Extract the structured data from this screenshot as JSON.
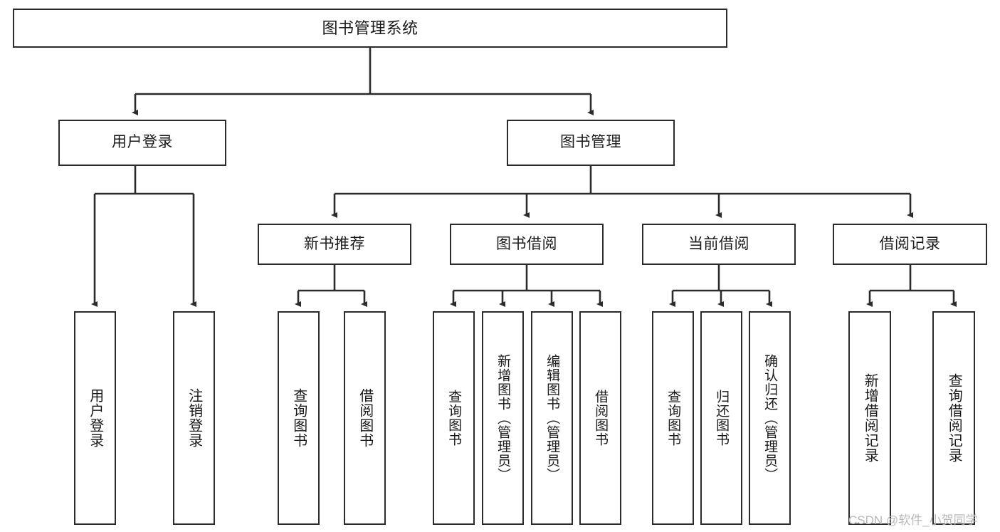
{
  "diagram": {
    "title": "图书管理系统",
    "type": "hierarchy-tree",
    "root": {
      "label": "图书管理系统"
    },
    "level2": [
      {
        "label": "用户登录"
      },
      {
        "label": "图书管理"
      }
    ],
    "level3": [
      {
        "label": "新书推荐"
      },
      {
        "label": "图书借阅"
      },
      {
        "label": "当前借阅"
      },
      {
        "label": "借阅记录"
      }
    ],
    "leaves": {
      "user_login": [
        {
          "label": "用户登录"
        },
        {
          "label": "注销登录"
        }
      ],
      "new_book_recommend": [
        {
          "label": "查询图书"
        },
        {
          "label": "借阅图书"
        }
      ],
      "book_borrow": [
        {
          "label": "查询图书"
        },
        {
          "label": "新增图书（管理员）"
        },
        {
          "label": "编辑图书（管理员）"
        },
        {
          "label": "借阅图书"
        }
      ],
      "current_borrow": [
        {
          "label": "查询图书"
        },
        {
          "label": "归还图书"
        },
        {
          "label": "确认归还（管理员）"
        }
      ],
      "borrow_record": [
        {
          "label": "新增借阅记录"
        },
        {
          "label": "查询借阅记录"
        }
      ]
    }
  },
  "watermark": {
    "text": "CSDN @软件_小贺同学"
  },
  "colors": {
    "border": "#2b2b2b",
    "background": "#ffffff",
    "text": "#1a1a1a",
    "watermark": "#b8b8b8"
  }
}
